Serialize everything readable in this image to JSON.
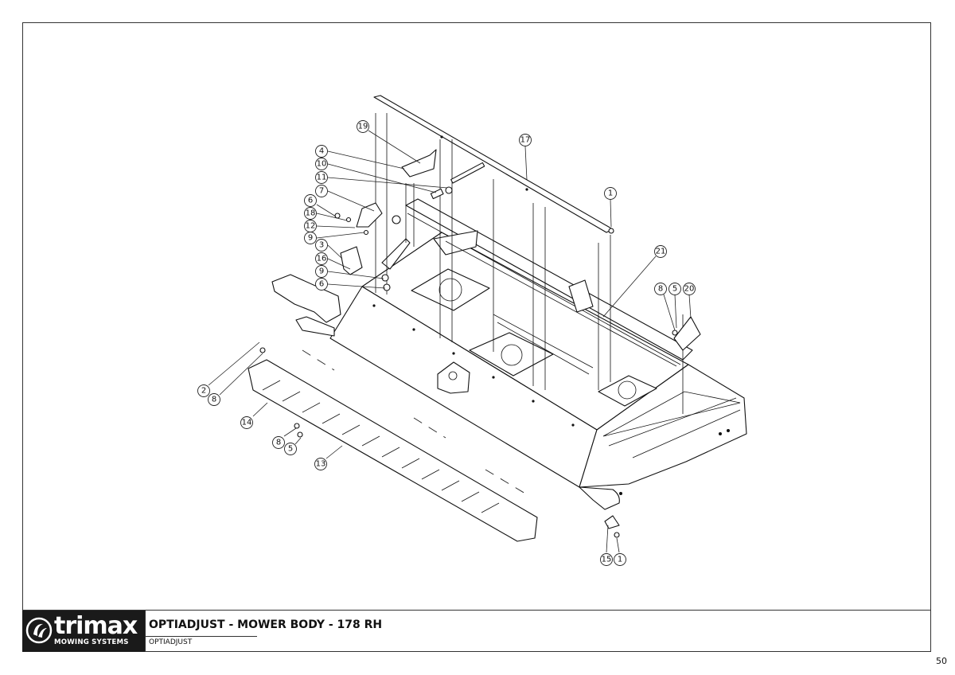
{
  "title_block": {
    "logo_word": "trimax",
    "logo_tagline": "MOWING SYSTEMS",
    "drawing_title": "OPTIADJUST - MOWER BODY - 178 RH",
    "drawing_subtitle": "OPTIADJUST"
  },
  "page_number": "50",
  "callouts": [
    "19",
    "17",
    "4",
    "10",
    "11",
    "7",
    "6",
    "18",
    "12",
    "9",
    "1",
    "3",
    "16",
    "21",
    "9",
    "6",
    "8",
    "5",
    "20",
    "2",
    "8",
    "14",
    "8",
    "5",
    "13",
    "15",
    "1"
  ]
}
